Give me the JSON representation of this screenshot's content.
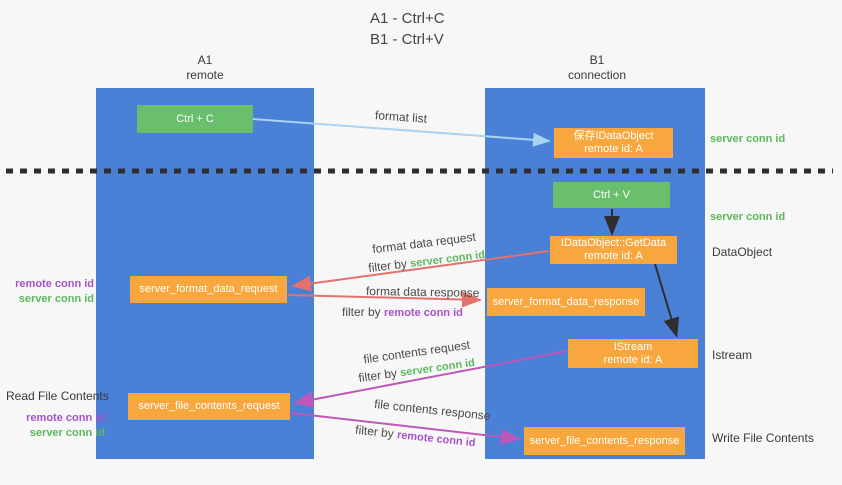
{
  "title": {
    "line1": "A1 - Ctrl+C",
    "line2": "B1 - Ctrl+V"
  },
  "lanes": {
    "a1": {
      "name": "A1",
      "sub": "remote"
    },
    "b1": {
      "name": "B1",
      "sub": "connection"
    }
  },
  "nodes": {
    "ctrl_c": "Ctrl + C",
    "ctrl_v": "Ctrl + V",
    "save_dataobject": {
      "line1": "保存IDataObject",
      "line2": "remote id: A"
    },
    "getdata": {
      "line1": "IDataObject::GetData",
      "line2": "remote id: A"
    },
    "istream": {
      "line1": "IStream",
      "line2": "remote id: A"
    },
    "format_request": "server_format_data_request",
    "format_response": "server_format_data_response",
    "file_request": "server_file_contents_request",
    "file_response": "server_file_contents_response"
  },
  "edge_labels": {
    "format_list": "format list",
    "format_data_request": "format data request",
    "format_data_response": "format data response",
    "file_contents_request": "file contents request",
    "file_contents_response": "file contents response",
    "filter_by": "filter by ",
    "server_conn_id": "server conn id",
    "remote_conn_id": "remote conn id"
  },
  "side_labels": {
    "right_server_conn_top": "server conn id",
    "right_server_conn_mid": "server conn id",
    "dataobject": "DataObject",
    "istream": "Istream",
    "write_file": "Write File Contents",
    "left_remote_conn_mid": "remote conn id",
    "left_server_conn_mid": "server conn id",
    "read_file": "Read File Contents",
    "left_remote_conn_bottom": "remote conn id",
    "left_server_conn_bottom": "server conn id"
  },
  "colors": {
    "lane": "#4a80d6",
    "orange": "#f7a73e",
    "green-box": "#6abf6d",
    "green-txt": "#5cb85c",
    "purple-txt": "#a852c8",
    "red": "#e4716b",
    "magenta": "#bf57bb",
    "lblue": "#a9d3f2",
    "black-arrow": "#2e2e2e"
  }
}
